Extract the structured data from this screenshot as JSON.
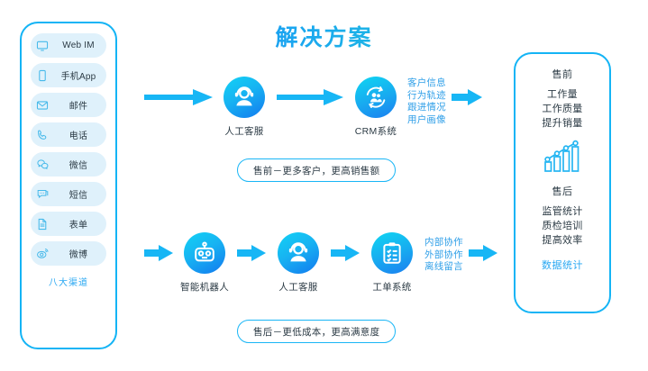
{
  "page": {
    "title": "解决方案",
    "title_gradient_from": "#1763f0",
    "title_gradient_to": "#25e0c8",
    "accent": "#14b4f5",
    "arrow_color": "#17b6f5",
    "feature_text_color": "#2f9fe8",
    "background": "#ffffff"
  },
  "channels": {
    "items": [
      {
        "label": "Web IM",
        "icon": "monitor-icon"
      },
      {
        "label": "手机App",
        "icon": "mobile-phone-icon"
      },
      {
        "label": "邮件",
        "icon": "envelope-icon"
      },
      {
        "label": "电话",
        "icon": "phone-handset-icon"
      },
      {
        "label": "微信",
        "icon": "wechat-icon"
      },
      {
        "label": "短信",
        "icon": "sms-bubble-icon"
      },
      {
        "label": "表单",
        "icon": "form-document-icon"
      },
      {
        "label": "微博",
        "icon": "weibo-eye-icon"
      }
    ],
    "footer": "八大渠道"
  },
  "flow_presale": {
    "nodes": [
      {
        "label": "人工客服",
        "icon": "headset-agent-icon"
      },
      {
        "label": "CRM系统",
        "icon": "crm-cycle-users-icon"
      }
    ],
    "features": [
      "客户信息",
      "行为轨迹",
      "跟进情况",
      "用户画像"
    ],
    "pill": "售前－更多客户，更高销售额"
  },
  "flow_aftersale": {
    "nodes": [
      {
        "label": "智能机器人",
        "icon": "robot-icon"
      },
      {
        "label": "人工客服",
        "icon": "headset-agent-icon"
      },
      {
        "label": "工单系统",
        "icon": "clipboard-checklist-icon"
      }
    ],
    "features": [
      "内部协作",
      "外部协作",
      "离线留言"
    ],
    "pill": "售后－更低成本，更高满意度"
  },
  "results": {
    "presale_heading": "售前",
    "presale_items": [
      "工作量",
      "工作质量",
      "提升销量"
    ],
    "chart_icon": "bar-chart-growth-icon",
    "aftersale_heading": "售后",
    "aftersale_items": [
      "监管统计",
      "质检培训",
      "提高效率"
    ],
    "footer": "数据统计"
  }
}
